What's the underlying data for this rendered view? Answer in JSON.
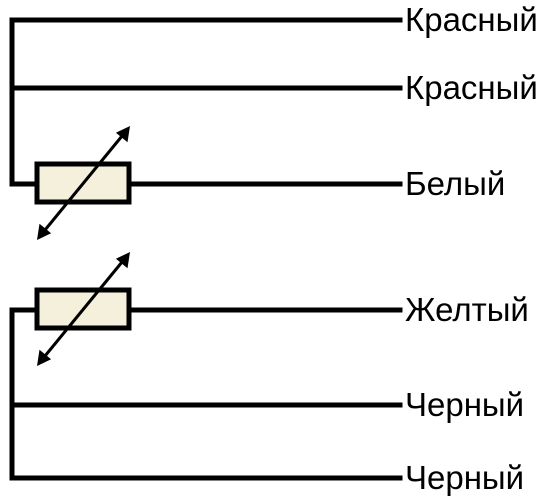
{
  "wires": [
    {
      "label": "Красный"
    },
    {
      "label": "Красный"
    },
    {
      "label": "Белый"
    },
    {
      "label": "Желтый"
    },
    {
      "label": "Черный"
    },
    {
      "label": "Черный"
    }
  ],
  "colors": {
    "line": "#000000",
    "resistor_fill": "#f5f0dc",
    "background": "#ffffff"
  }
}
